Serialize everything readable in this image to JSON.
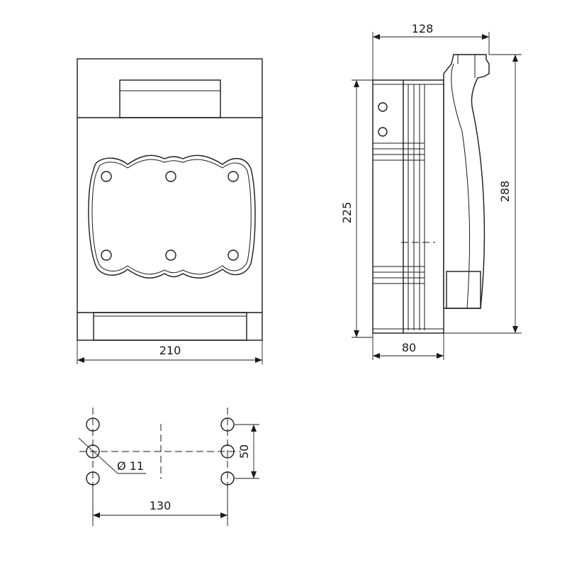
{
  "front_view": {
    "dim_width": "210"
  },
  "side_view": {
    "dim_top_depth": "128",
    "dim_bottom_depth": "80",
    "dim_left_height": "225",
    "dim_right_height": "288"
  },
  "mounting_pattern": {
    "dim_hole_diameter": "Ø 11",
    "dim_horizontal_spacing": "130",
    "dim_vertical_spacing": "50"
  }
}
